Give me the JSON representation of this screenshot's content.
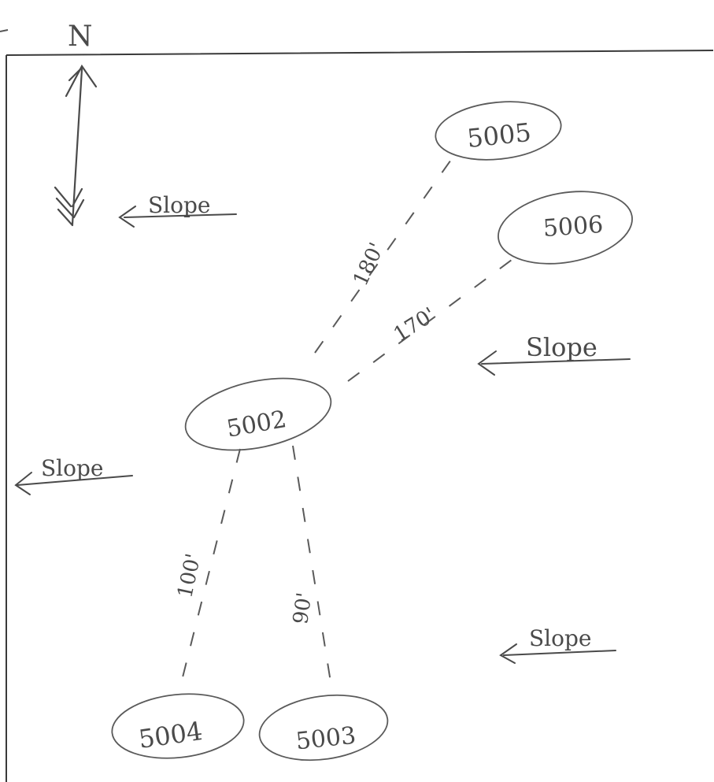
{
  "north_label": "N",
  "colors": {
    "pencil": "#4a4a4a",
    "paper": "#ffffff"
  },
  "nodes": [
    {
      "id": "n5005",
      "label": "5005"
    },
    {
      "id": "n5006",
      "label": "5006"
    },
    {
      "id": "n5002",
      "label": "5002"
    },
    {
      "id": "n5004",
      "label": "5004"
    },
    {
      "id": "n5003",
      "label": "5003"
    }
  ],
  "distances": [
    {
      "from": "5002",
      "to": "5005",
      "label": "180'"
    },
    {
      "from": "5002",
      "to": "5006",
      "label": "170'"
    },
    {
      "from": "5002",
      "to": "5004",
      "label": "100'"
    },
    {
      "from": "5002",
      "to": "5003",
      "label": "90'"
    }
  ],
  "slope_labels": [
    "Slope",
    "Slope",
    "Slope",
    "Slope"
  ]
}
